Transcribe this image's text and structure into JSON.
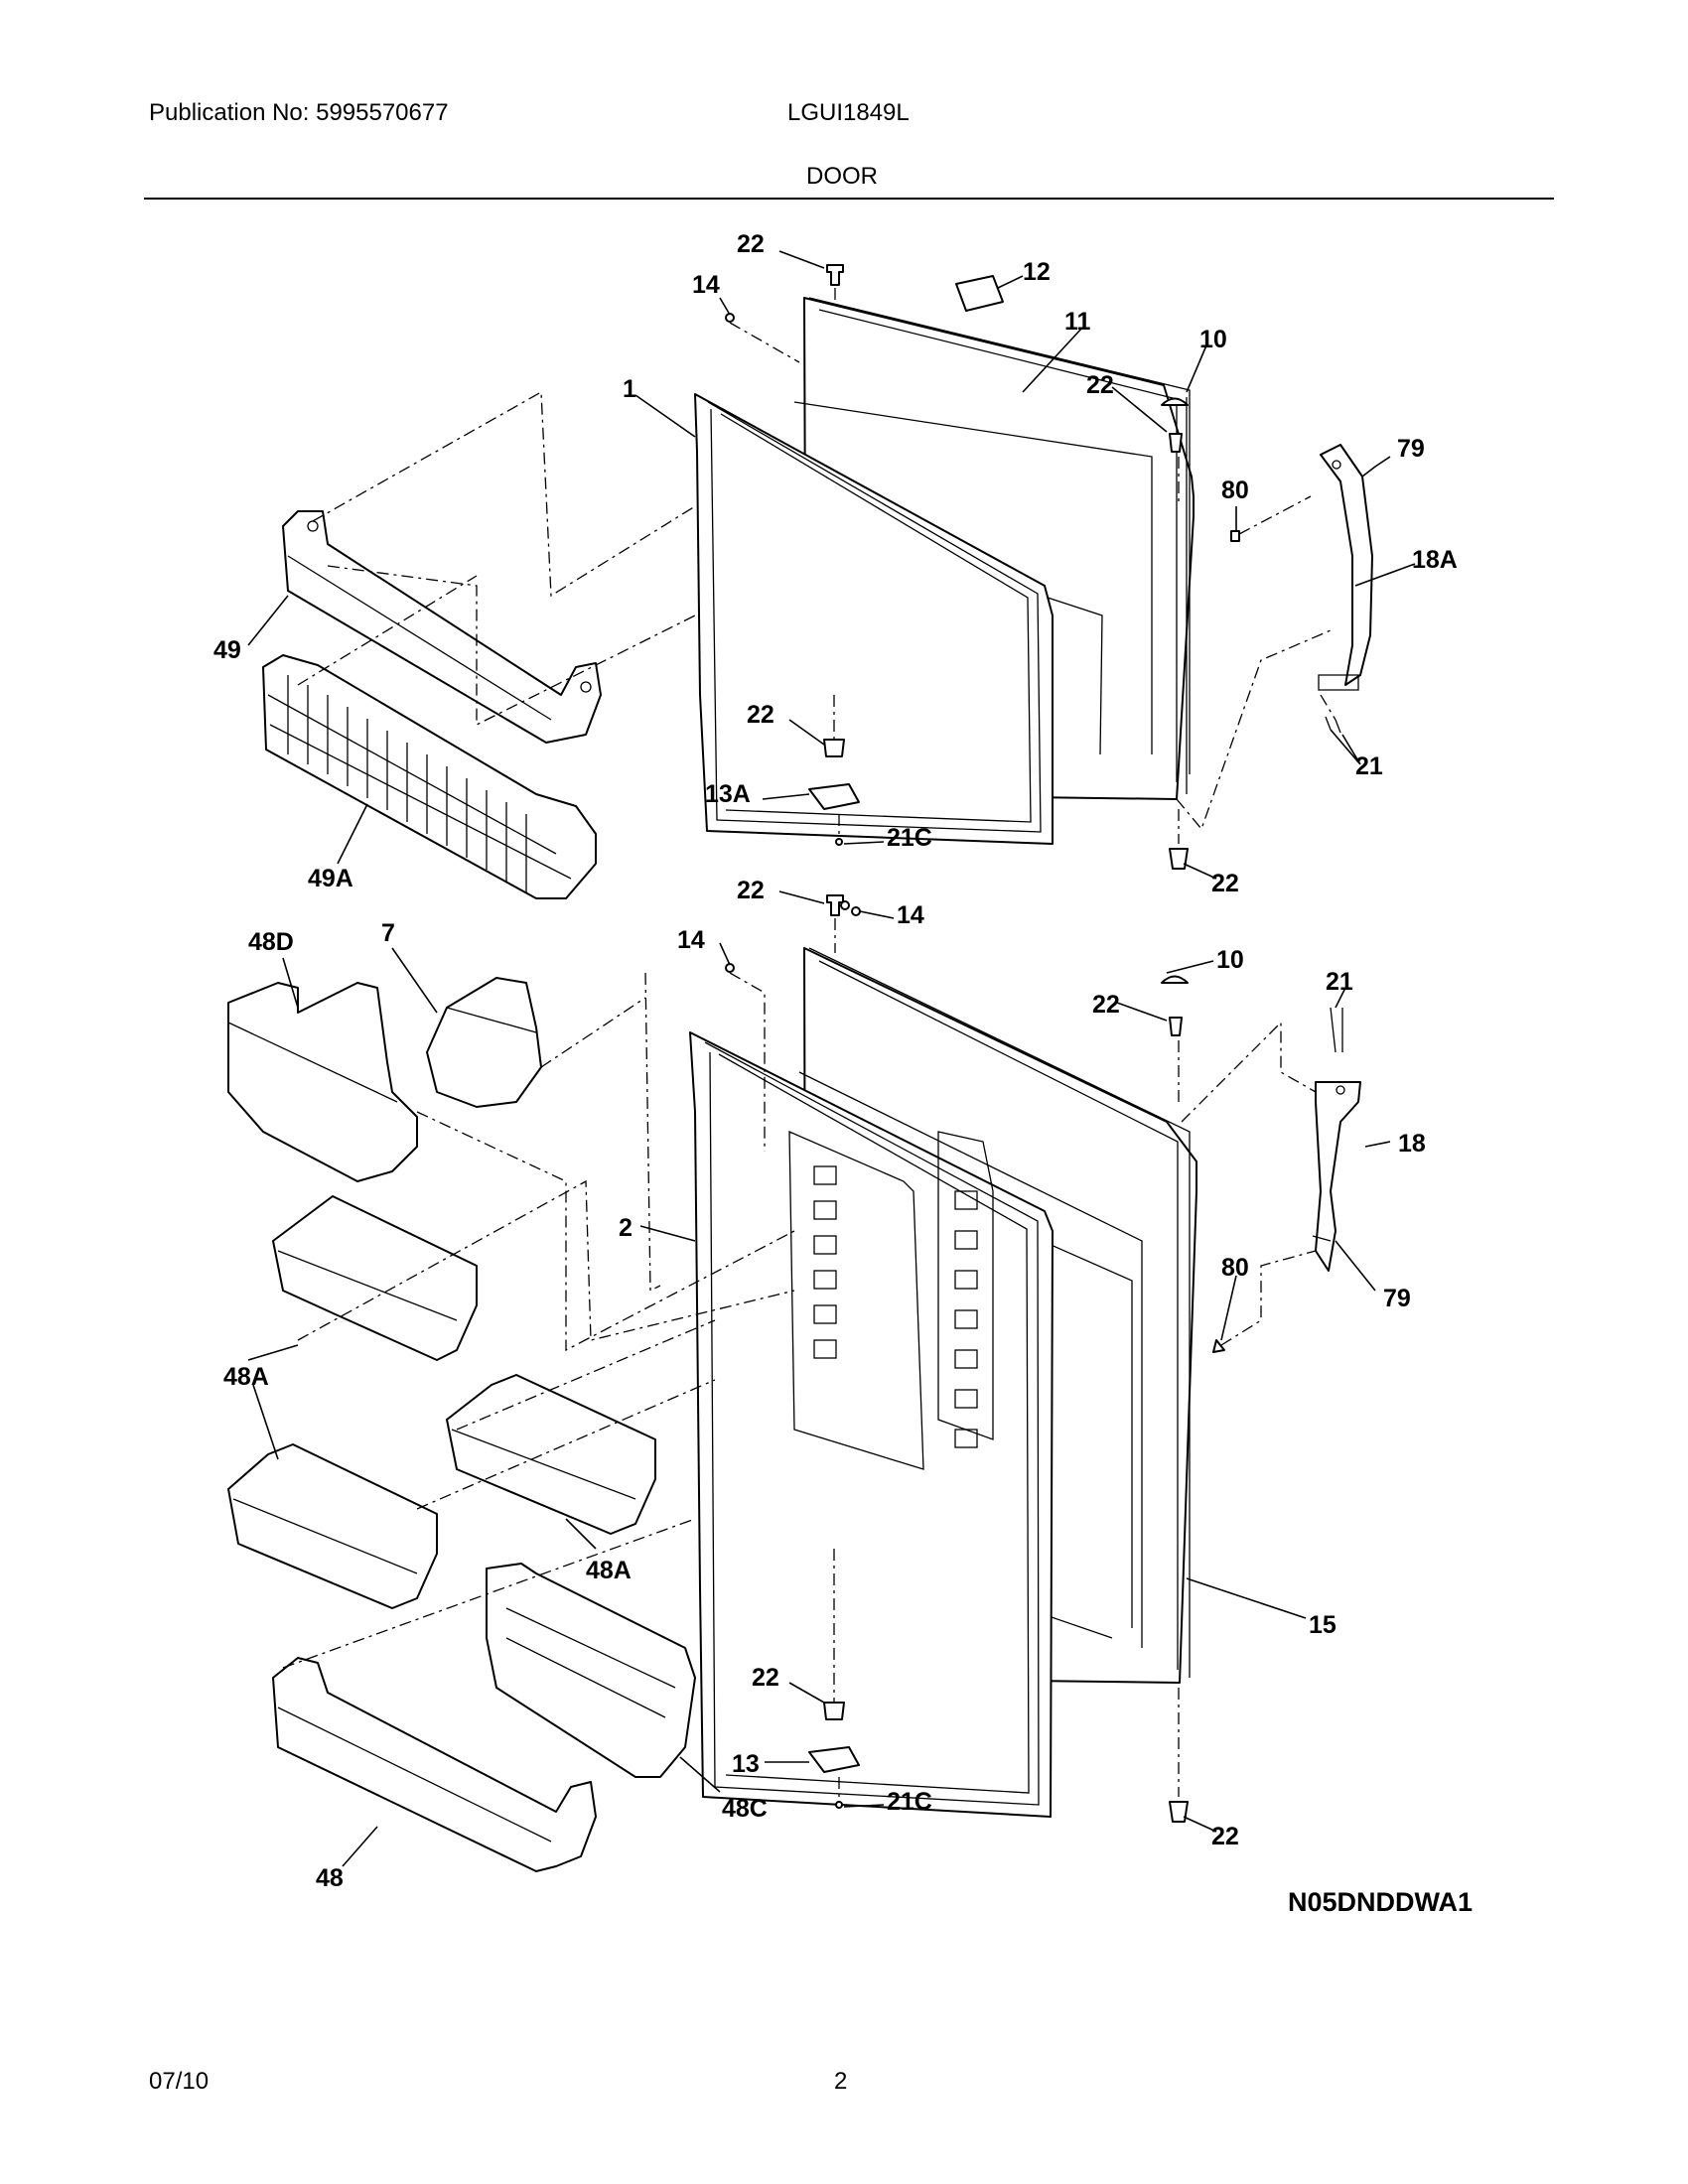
{
  "header": {
    "publication": "Publication No: 5995570677",
    "model": "LGUI1849L",
    "section": "DOOR"
  },
  "diagram": {
    "code": "N05DNDDWA1",
    "callouts": [
      "22",
      "12",
      "14",
      "11",
      "10",
      "22",
      "1",
      "80",
      "79",
      "18A",
      "49",
      "22",
      "21",
      "13A",
      "21C",
      "49A",
      "22",
      "22",
      "14",
      "48D",
      "7",
      "14",
      "10",
      "22",
      "21",
      "18",
      "2",
      "80",
      "79",
      "48A",
      "48A",
      "15",
      "22",
      "13",
      "21C",
      "48C",
      "22",
      "48"
    ]
  },
  "footer": {
    "date": "07/10",
    "page": "2"
  }
}
